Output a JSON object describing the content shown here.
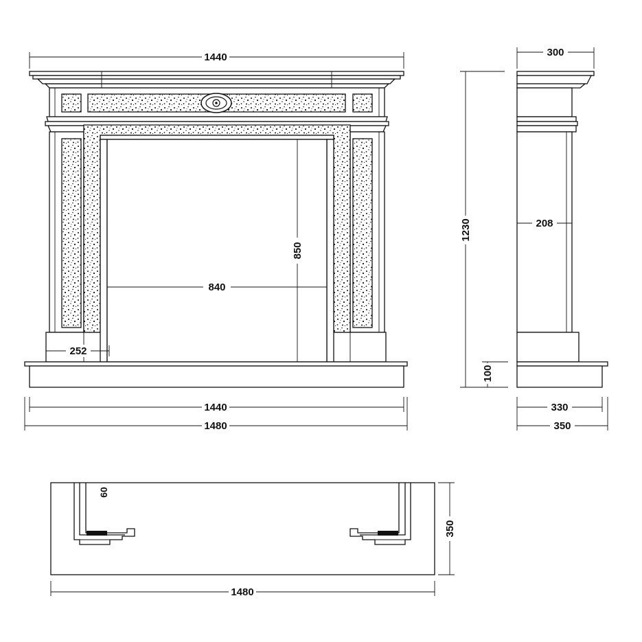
{
  "drawing": {
    "front_view": {
      "top_width": "1440",
      "opening_width": "840",
      "opening_height": "850",
      "leg_width": "252",
      "mantel_width": "1440",
      "hearth_width": "1480"
    },
    "side_view": {
      "top_depth": "300",
      "total_height": "1230",
      "leg_depth": "208",
      "hearth_height": "100",
      "base_depth": "330",
      "hearth_depth": "350"
    },
    "plan_view": {
      "inset": "60",
      "depth": "350",
      "width": "1480"
    }
  },
  "colors": {
    "line": "#111111",
    "background": "#ffffff",
    "granite_speck": "#111111"
  }
}
